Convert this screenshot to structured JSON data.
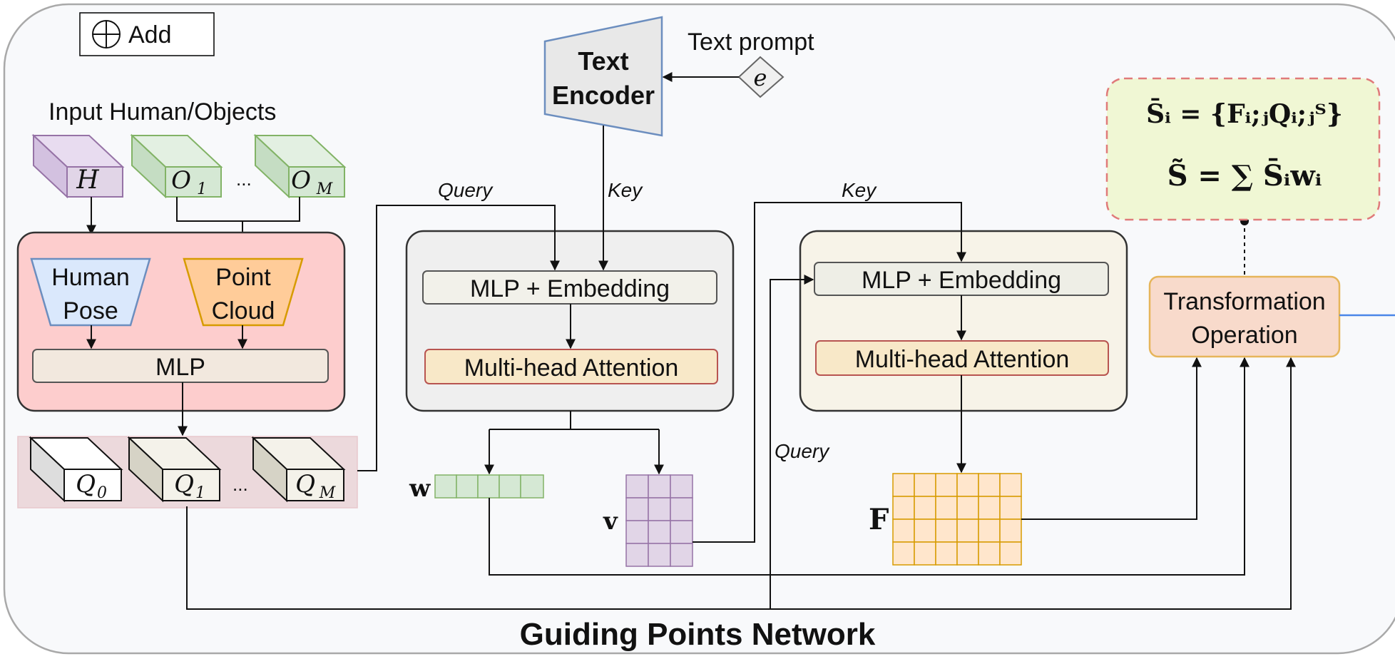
{
  "title": "Guiding Points Network",
  "legend": {
    "add_label": "Add"
  },
  "input": {
    "heading": "Input Human/Objects",
    "human": "H",
    "object_first": "O",
    "object_first_sub": "1",
    "ellipsis": "...",
    "object_last": "O",
    "object_last_sub": "M"
  },
  "encoders": {
    "human_pose_line1": "Human",
    "human_pose_line2": "Pose",
    "point_cloud_line1": "Point",
    "point_cloud_line2": "Cloud",
    "mlp": "MLP"
  },
  "queries": {
    "q0": "Q",
    "q0_sub": "0",
    "q1": "Q",
    "q1_sub": "1",
    "ellipsis": "...",
    "qm": "Q",
    "qm_sub": "M"
  },
  "text_encoder": {
    "line1": "Text",
    "line2": "Encoder",
    "prompt_label": "Text prompt",
    "prompt_symbol": "e"
  },
  "block1": {
    "query_label": "Query",
    "key_label": "Key",
    "mlp_embedding": "MLP + Embedding",
    "attention": "Multi-head Attention"
  },
  "block2": {
    "key_label": "Key",
    "query_label": "Query",
    "mlp_embedding": "MLP + Embedding",
    "attention": "Multi-head Attention"
  },
  "outputs": {
    "w": "w",
    "v": "v",
    "F": "F"
  },
  "transformation": {
    "line1": "Transformation",
    "line2": "Operation"
  },
  "formula": {
    "line1": "S̄ᵢ = {Fᵢ;ⱼQᵢ;ⱼᵀ}",
    "line2": "S̃ = ∑ S̄ᵢwᵢ"
  },
  "colors": {
    "outer_bg": "#f8f9fb",
    "input_block": "#fdcdcd",
    "human": "#e1d5e7",
    "object": "#d5e8d4",
    "pose": "#dae8fc",
    "cloud": "#ffcc99",
    "w_grid": "#d5e8d4",
    "v_grid": "#e1d5e7",
    "F_grid": "#ffe6cc",
    "formula_bg": "#f0f7d4",
    "transform": "#f8dacb",
    "accent_line": "#4a86e8"
  }
}
